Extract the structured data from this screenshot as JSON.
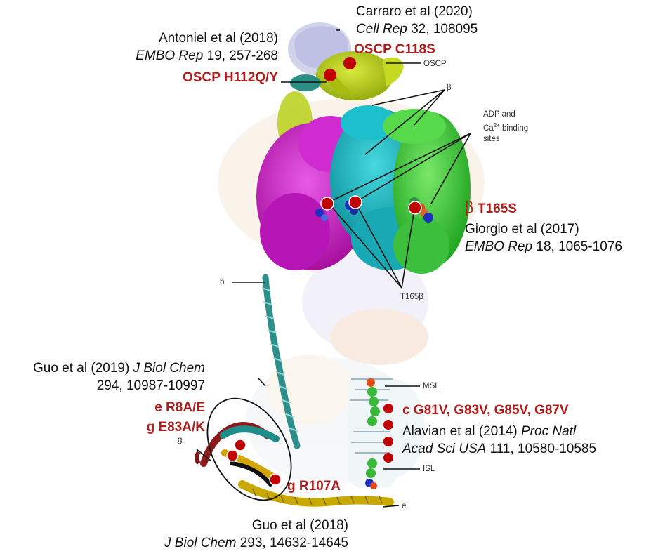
{
  "citations": {
    "carraro": {
      "line1": "Carraro et al (2020)",
      "journal": "Cell Rep",
      "rest": " 32, 108095"
    },
    "antoniel": {
      "line1": "Antoniel et al (2018)",
      "journal": "EMBO Rep",
      "rest": " 19, 257-268"
    },
    "giorgio": {
      "line1": "Giorgio et al (2017)",
      "journal": "EMBO Rep",
      "rest": " 18, 1065-1076"
    },
    "guo2019": {
      "line1_prefix": "Guo et al (2019) ",
      "line1_journal": "J Biol Chem",
      "line2": "294, 10987-10997"
    },
    "alavian": {
      "line1_prefix": "Alavian et al (2014) ",
      "line1_journal": "Proc Natl",
      "line2_journal": "Acad Sci USA",
      "line2_rest": " 111, 10580-10585"
    },
    "guo2018": {
      "line1": "Guo et al (2018)",
      "journal": "J Biol Chem",
      "rest": " 293, 14632-14645"
    }
  },
  "mutations": {
    "oscp_c118s": "OSCP C118S",
    "oscp_h112qy": "OSCP H112Q/Y",
    "beta_symbol": "β",
    "beta_t165s": "T165S",
    "e_r8ae": "e R8A/E",
    "g_e83ak": "g E83A/K",
    "g_r107a": "g R107A",
    "c_gly": "c G81V, G83V, G85V, G87V"
  },
  "structure_labels": {
    "oscp": "OSCP",
    "beta": "β",
    "adp_line1": "ADP and",
    "adp_ca": "Ca",
    "adp_sup": "2+",
    "adp_binding": " binding",
    "adp_sites": "sites",
    "b": "b",
    "t165": "T165β",
    "msl": "MSL",
    "isl": "ISL",
    "g": "g",
    "e": "e"
  },
  "colors": {
    "mutation_red": "#b01c1c",
    "dot_red": "#c00000",
    "dot_blue": "#1f2fd0",
    "oscp_yellow_green": "#b8cf1a",
    "beta_cyan": "#12b3c0",
    "alpha_magenta": "#c820c8",
    "green_subunit": "#38c838",
    "teal_stalk": "#2c8f8c",
    "e_gold": "#c9a800"
  }
}
